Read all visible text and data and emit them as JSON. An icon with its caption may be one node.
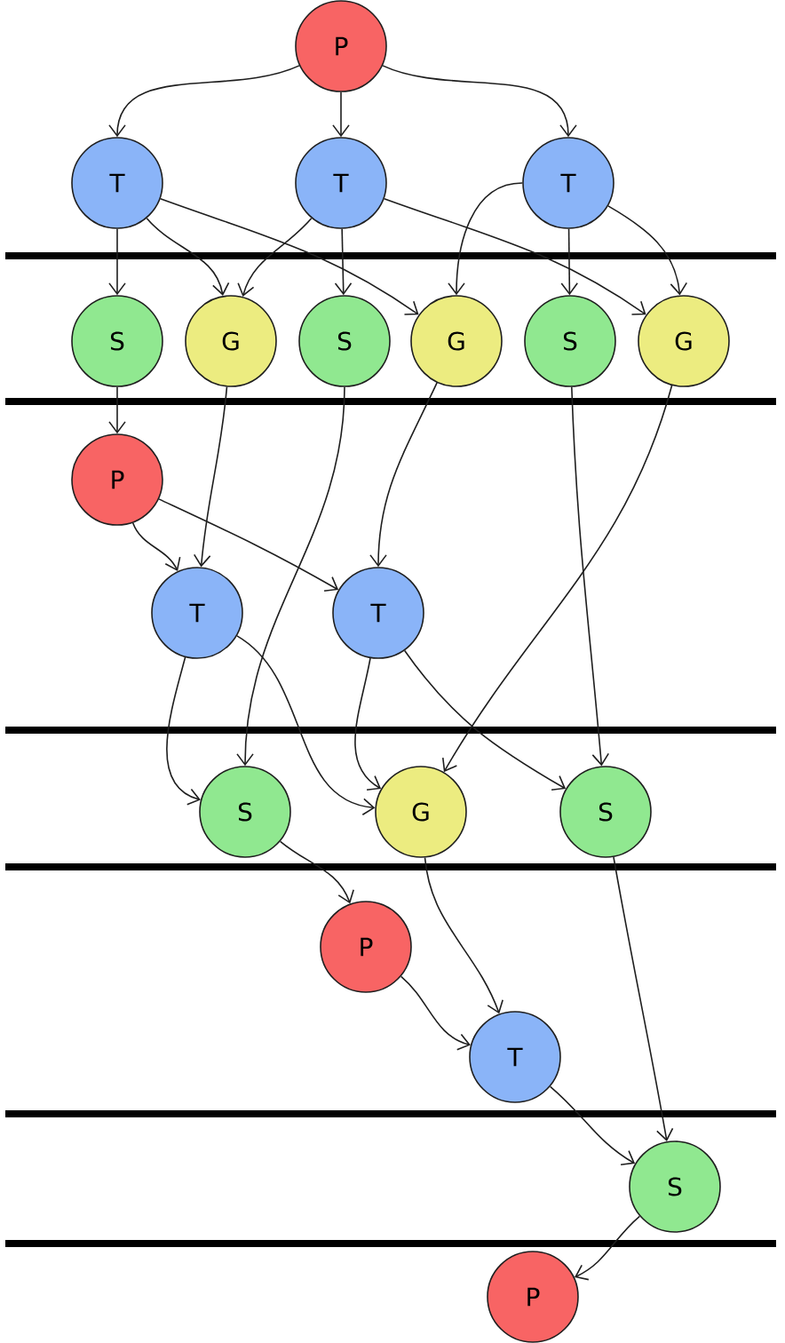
{
  "diagram": {
    "nodes": [
      {
        "text": [
          "P"
        ]
      },
      {
        "text": [
          "T"
        ]
      },
      {
        "text": [
          "T"
        ]
      },
      {
        "text": [
          "T"
        ]
      },
      {
        "text": [
          "S"
        ]
      },
      {
        "text": [
          "G"
        ]
      },
      {
        "text": [
          "S"
        ]
      },
      {
        "text": [
          "G"
        ]
      },
      {
        "text": [
          "S"
        ]
      },
      {
        "text": [
          "G"
        ]
      },
      {
        "text": [
          "P"
        ]
      },
      {
        "text": [
          "T"
        ]
      },
      {
        "text": [
          "T"
        ]
      },
      {
        "text": [
          "S"
        ]
      },
      {
        "text": [
          "G"
        ]
      },
      {
        "text": [
          "S"
        ]
      },
      {
        "text": [
          "P"
        ]
      },
      {
        "text": [
          "T"
        ]
      },
      {
        "text": [
          "S"
        ]
      },
      {
        "text": [
          "P"
        ]
      }
    ],
    "edges": [
      {
        "from": 0,
        "to": 1,
        "arrow": "to"
      },
      {
        "from": 0,
        "to": 2,
        "arrow": "to"
      },
      {
        "from": 0,
        "to": 3,
        "arrow": "to"
      },
      {
        "from": 1,
        "to": 4,
        "arrow": "to"
      },
      {
        "from": 1,
        "to": 5,
        "arrow": "to"
      },
      {
        "from": 1,
        "to": 7,
        "arrow": "to"
      },
      {
        "from": 2,
        "to": 5,
        "arrow": "to"
      },
      {
        "from": 2,
        "to": 6,
        "arrow": "to"
      },
      {
        "from": 2,
        "to": 9,
        "arrow": "to"
      },
      {
        "from": 3,
        "to": 7,
        "arrow": "to"
      },
      {
        "from": 3,
        "to": 8,
        "arrow": "to"
      },
      {
        "from": 3,
        "to": 9,
        "arrow": "to"
      },
      {
        "from": 4,
        "to": 10,
        "arrow": "to"
      },
      {
        "from": 5,
        "to": 11,
        "arrow": "to"
      },
      {
        "from": 6,
        "to": 13,
        "arrow": "to"
      },
      {
        "from": 7,
        "to": 12,
        "arrow": "to"
      },
      {
        "from": 8,
        "to": 15,
        "arrow": "to"
      },
      {
        "from": 9,
        "to": 14,
        "arrow": "to"
      },
      {
        "from": 10,
        "to": 11,
        "arrow": "to"
      },
      {
        "from": 10,
        "to": 12,
        "arrow": "to"
      },
      {
        "from": 11,
        "to": 13,
        "arrow": "to"
      },
      {
        "from": 11,
        "to": 14,
        "arrow": "to"
      },
      {
        "from": 12,
        "to": 14,
        "arrow": "to"
      },
      {
        "from": 12,
        "to": 15,
        "arrow": "to"
      },
      {
        "from": 13,
        "to": 16,
        "arrow": "to"
      },
      {
        "from": 14,
        "to": 17,
        "arrow": "to"
      },
      {
        "from": 15,
        "to": 18,
        "arrow": "to"
      },
      {
        "from": 16,
        "to": 17,
        "arrow": "to"
      },
      {
        "from": 17,
        "to": 18,
        "arrow": "to"
      },
      {
        "from": 18,
        "to": 19,
        "arrow": "to"
      }
    ]
  }
}
